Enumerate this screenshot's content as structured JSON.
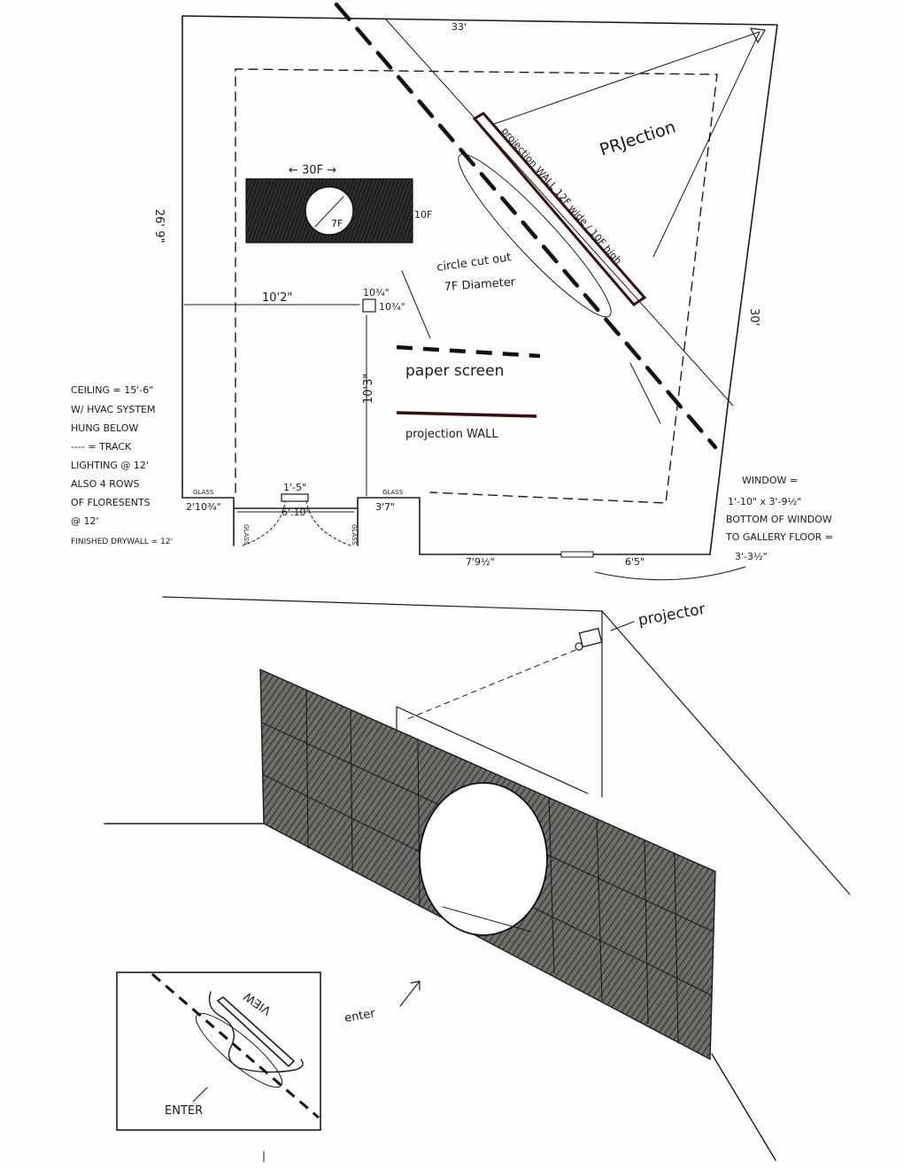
{
  "plan": {
    "top_width": "33'",
    "right_depth": "30'",
    "left_depth": "26' 9\"",
    "projection_label": "PRJection",
    "projection_wall_label": "projection WALL 12F wide / 10F high",
    "circle_note_1": "circle cut out",
    "circle_note_2": "7F Diameter",
    "wall_width": "← 30F →",
    "wall_height": "10F",
    "circle_diameter": "7F",
    "dim_10_2": "10'2\"",
    "dim_10_3": "10'3\"",
    "post_w": "10¾\"",
    "post_d": "10¾\"",
    "dim_1_5": "1'-5\"",
    "dim_2_10": "2'10¾\"",
    "dim_6_10": "6'.10\"",
    "dim_3_7": "3'7\"",
    "dim_7_9": "7'9½\"",
    "dim_6_5": "6'5\"",
    "glass_1": "GLASS",
    "glass_2": "GLASS",
    "glass_3": "GLASS",
    "glass_4": "GLASS",
    "legend_paper": "paper screen",
    "legend_wall": "projection WALL",
    "ceiling_note": [
      "CEILING = 15'-6\"",
      "W/ HVAC SYSTEM",
      "HUNG BELOW",
      "---- = TRACK",
      "LIGHTING @ 12'",
      "ALSO 4 ROWS",
      "OF FLORESENTS",
      "@ 12'",
      "FINISHED DRYWALL = 12'"
    ],
    "window_note": [
      "WINDOW =",
      "1'-10\" x 3'-9½\"",
      "BOTTOM OF WINDOW",
      "TO GALLERY FLOOR =",
      "3'-3½\""
    ]
  },
  "perspective": {
    "projector_label": "projector",
    "enter_label": "enter"
  },
  "inset": {
    "view_label": "VIEW",
    "enter_label": "ENTER"
  }
}
